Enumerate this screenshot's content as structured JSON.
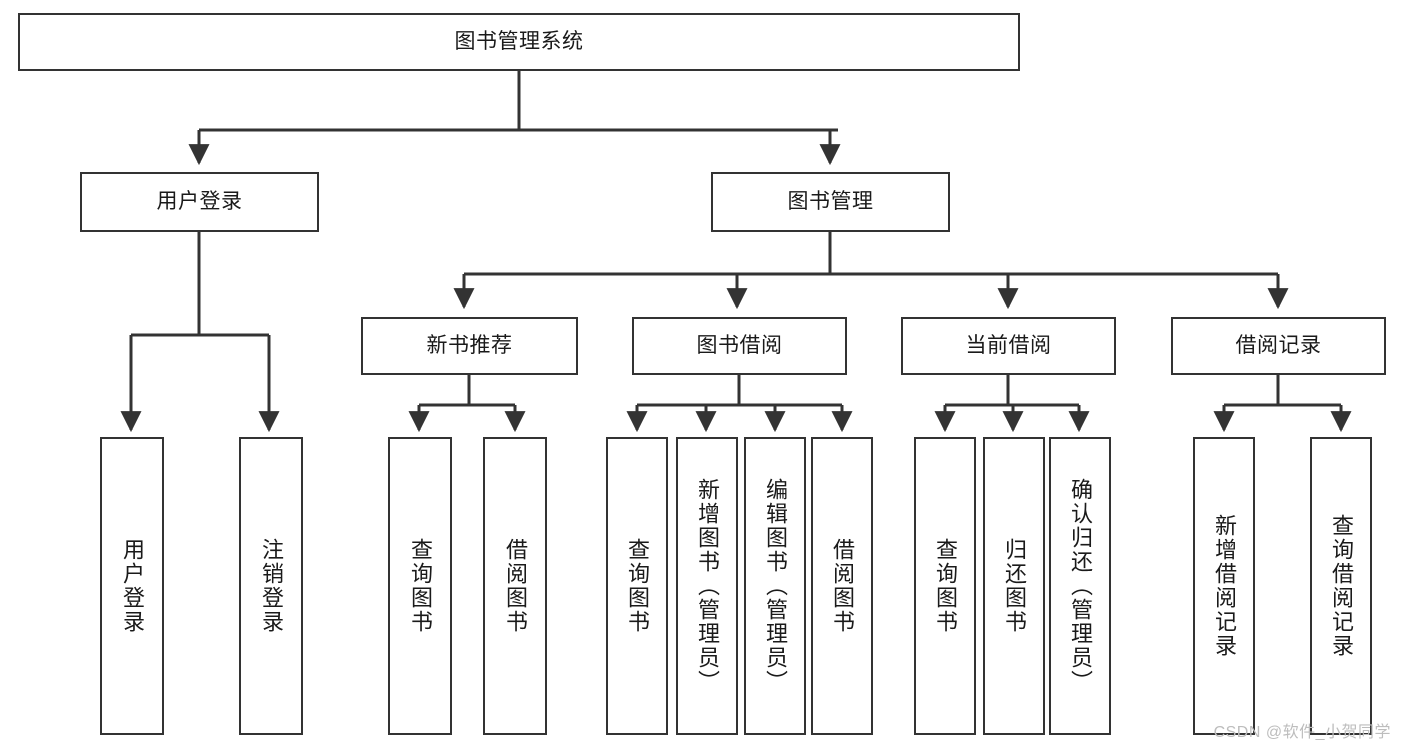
{
  "diagram": {
    "type": "tree-hierarchy-chart",
    "title": "图书管理系统",
    "watermark": "CSDN @软件_小贺同学",
    "colors": {
      "stroke": "#333333",
      "fill": "#ffffff",
      "text": "#1a1a1a",
      "watermark": "#bdbdbd"
    },
    "nodes": {
      "root": {
        "label": "图书管理系统",
        "orientation": "horizontal"
      },
      "level2": [
        {
          "id": "user-login",
          "label": "用户登录",
          "orientation": "horizontal"
        },
        {
          "id": "book-manage",
          "label": "图书管理",
          "orientation": "horizontal"
        }
      ],
      "level3": [
        {
          "id": "new-book-rec",
          "label": "新书推荐",
          "orientation": "horizontal"
        },
        {
          "id": "book-borrow",
          "label": "图书借阅",
          "orientation": "horizontal"
        },
        {
          "id": "current-borrow",
          "label": "当前借阅",
          "orientation": "horizontal"
        },
        {
          "id": "borrow-record",
          "label": "借阅记录",
          "orientation": "horizontal"
        }
      ],
      "leaves": [
        {
          "id": "leaf-user-login",
          "label": "用户登录",
          "parent": "user-login",
          "orientation": "vertical"
        },
        {
          "id": "leaf-logout",
          "label": "注销登录",
          "parent": "user-login",
          "orientation": "vertical"
        },
        {
          "id": "leaf-query-book-1",
          "label": "查询图书",
          "parent": "new-book-rec",
          "orientation": "vertical"
        },
        {
          "id": "leaf-borrow-book-1",
          "label": "借阅图书",
          "parent": "new-book-rec",
          "orientation": "vertical"
        },
        {
          "id": "leaf-query-book-2",
          "label": "查询图书",
          "parent": "book-borrow",
          "orientation": "vertical"
        },
        {
          "id": "leaf-add-book",
          "label": "新增图书（管理员）",
          "parent": "book-borrow",
          "orientation": "vertical"
        },
        {
          "id": "leaf-edit-book",
          "label": "编辑图书（管理员）",
          "parent": "book-borrow",
          "orientation": "vertical"
        },
        {
          "id": "leaf-borrow-book-2",
          "label": "借阅图书",
          "parent": "book-borrow",
          "orientation": "vertical"
        },
        {
          "id": "leaf-query-book-3",
          "label": "查询图书",
          "parent": "current-borrow",
          "orientation": "vertical"
        },
        {
          "id": "leaf-return-book",
          "label": "归还图书",
          "parent": "current-borrow",
          "orientation": "vertical"
        },
        {
          "id": "leaf-confirm-return",
          "label": "确认归还（管理员）",
          "parent": "current-borrow",
          "orientation": "vertical"
        },
        {
          "id": "leaf-add-record",
          "label": "新增借阅记录",
          "parent": "borrow-record",
          "orientation": "vertical"
        },
        {
          "id": "leaf-query-record",
          "label": "查询借阅记录",
          "parent": "borrow-record",
          "orientation": "vertical"
        }
      ]
    }
  }
}
